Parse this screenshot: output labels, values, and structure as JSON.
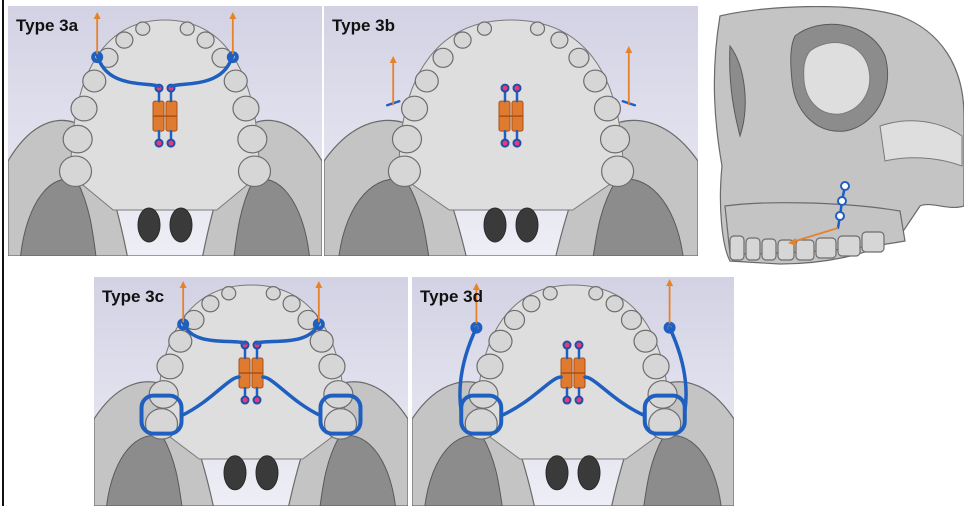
{
  "figure": {
    "panels": [
      {
        "id": "3a",
        "label": "Type 3a"
      },
      {
        "id": "3b",
        "label": "Type 3b"
      },
      {
        "id": "side",
        "label": ""
      },
      {
        "id": "3c",
        "label": "Type 3c"
      },
      {
        "id": "3d",
        "label": "Type 3d"
      }
    ]
  },
  "colors": {
    "background_top": "#d2d2e4",
    "bone": "#c4c4c4",
    "wire": "#1f5fbf",
    "expander": "#e07a2e",
    "screw": "#e8397a",
    "force_arrow": "#e8822a"
  },
  "icons": {
    "force_vector": "upward-arrow",
    "anchor_screw": "pink-dot"
  }
}
